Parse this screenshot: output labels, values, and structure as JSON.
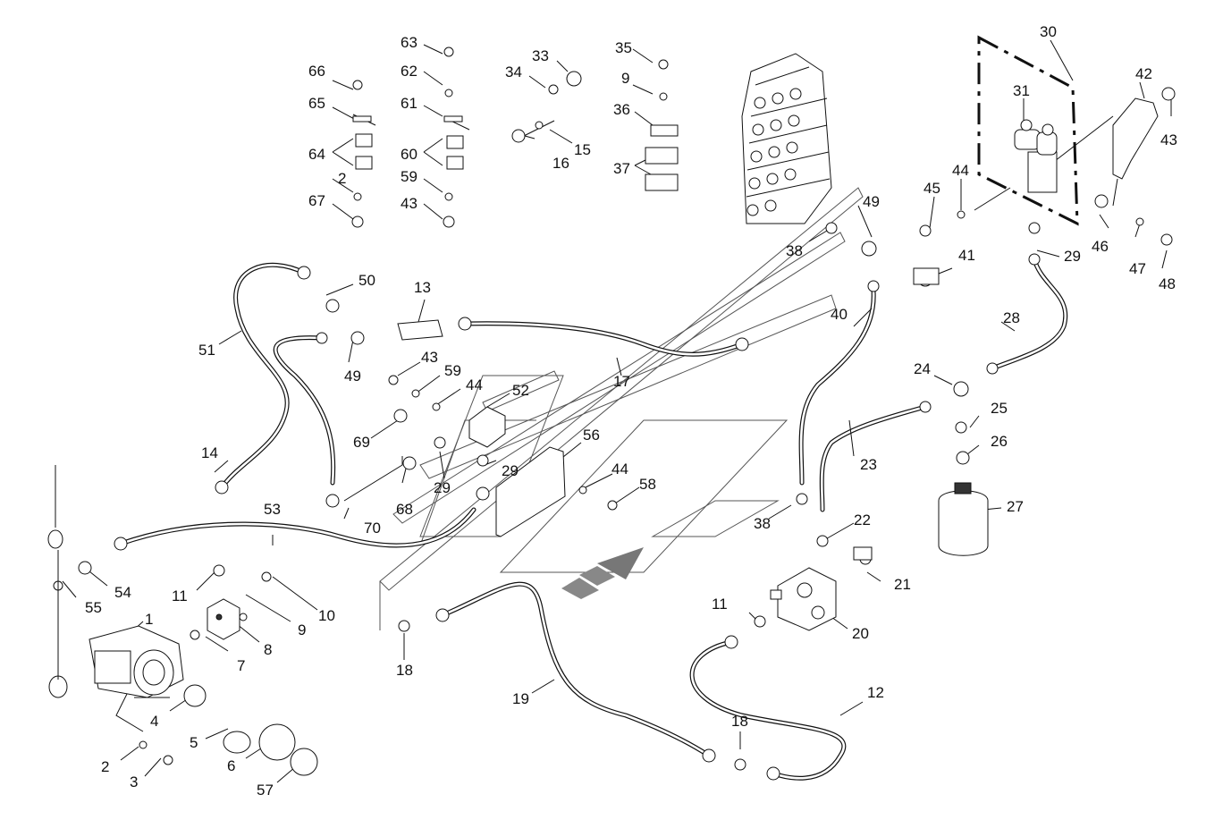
{
  "labels": [
    {
      "id": "l1",
      "text": "1"
    },
    {
      "id": "l2a",
      "text": "2"
    },
    {
      "id": "l2b",
      "text": "2"
    },
    {
      "id": "l3",
      "text": "3"
    },
    {
      "id": "l4",
      "text": "4"
    },
    {
      "id": "l5",
      "text": "5"
    },
    {
      "id": "l6",
      "text": "6"
    },
    {
      "id": "l7",
      "text": "7"
    },
    {
      "id": "l8",
      "text": "8"
    },
    {
      "id": "l9a",
      "text": "9"
    },
    {
      "id": "l9b",
      "text": "9"
    },
    {
      "id": "l10",
      "text": "10"
    },
    {
      "id": "l11a",
      "text": "11"
    },
    {
      "id": "l11b",
      "text": "11"
    },
    {
      "id": "l12",
      "text": "12"
    },
    {
      "id": "l13",
      "text": "13"
    },
    {
      "id": "l14",
      "text": "14"
    },
    {
      "id": "l15",
      "text": "15"
    },
    {
      "id": "l16",
      "text": "16"
    },
    {
      "id": "l17",
      "text": "17"
    },
    {
      "id": "l18a",
      "text": "18"
    },
    {
      "id": "l18b",
      "text": "18"
    },
    {
      "id": "l19",
      "text": "19"
    },
    {
      "id": "l20",
      "text": "20"
    },
    {
      "id": "l21",
      "text": "21"
    },
    {
      "id": "l22",
      "text": "22"
    },
    {
      "id": "l23",
      "text": "23"
    },
    {
      "id": "l24",
      "text": "24"
    },
    {
      "id": "l25",
      "text": "25"
    },
    {
      "id": "l26",
      "text": "26"
    },
    {
      "id": "l27",
      "text": "27"
    },
    {
      "id": "l28",
      "text": "28"
    },
    {
      "id": "l29a",
      "text": "29"
    },
    {
      "id": "l29b",
      "text": "29"
    },
    {
      "id": "l29c",
      "text": "29"
    },
    {
      "id": "l30",
      "text": "30"
    },
    {
      "id": "l31",
      "text": "31"
    },
    {
      "id": "l33",
      "text": "33"
    },
    {
      "id": "l34",
      "text": "34"
    },
    {
      "id": "l35",
      "text": "35"
    },
    {
      "id": "l36",
      "text": "36"
    },
    {
      "id": "l37",
      "text": "37"
    },
    {
      "id": "l38a",
      "text": "38"
    },
    {
      "id": "l38b",
      "text": "38"
    },
    {
      "id": "l40",
      "text": "40"
    },
    {
      "id": "l41",
      "text": "41"
    },
    {
      "id": "l42",
      "text": "42"
    },
    {
      "id": "l43a",
      "text": "43"
    },
    {
      "id": "l43b",
      "text": "43"
    },
    {
      "id": "l43c",
      "text": "43"
    },
    {
      "id": "l44a",
      "text": "44"
    },
    {
      "id": "l44b",
      "text": "44"
    },
    {
      "id": "l44c",
      "text": "44"
    },
    {
      "id": "l45",
      "text": "45"
    },
    {
      "id": "l46",
      "text": "46"
    },
    {
      "id": "l47",
      "text": "47"
    },
    {
      "id": "l48",
      "text": "48"
    },
    {
      "id": "l49a",
      "text": "49"
    },
    {
      "id": "l49b",
      "text": "49"
    },
    {
      "id": "l50",
      "text": "50"
    },
    {
      "id": "l51",
      "text": "51"
    },
    {
      "id": "l52",
      "text": "52"
    },
    {
      "id": "l53",
      "text": "53"
    },
    {
      "id": "l54",
      "text": "54"
    },
    {
      "id": "l55",
      "text": "55"
    },
    {
      "id": "l56",
      "text": "56"
    },
    {
      "id": "l57",
      "text": "57"
    },
    {
      "id": "l58",
      "text": "58"
    },
    {
      "id": "l59a",
      "text": "59"
    },
    {
      "id": "l59b",
      "text": "59"
    },
    {
      "id": "l60",
      "text": "60"
    },
    {
      "id": "l61",
      "text": "61"
    },
    {
      "id": "l62",
      "text": "62"
    },
    {
      "id": "l63",
      "text": "63"
    },
    {
      "id": "l64",
      "text": "64"
    },
    {
      "id": "l65",
      "text": "65"
    },
    {
      "id": "l66",
      "text": "66"
    },
    {
      "id": "l67",
      "text": "67"
    },
    {
      "id": "l68",
      "text": "68"
    },
    {
      "id": "l69",
      "text": "69"
    },
    {
      "id": "l70",
      "text": "70"
    }
  ]
}
